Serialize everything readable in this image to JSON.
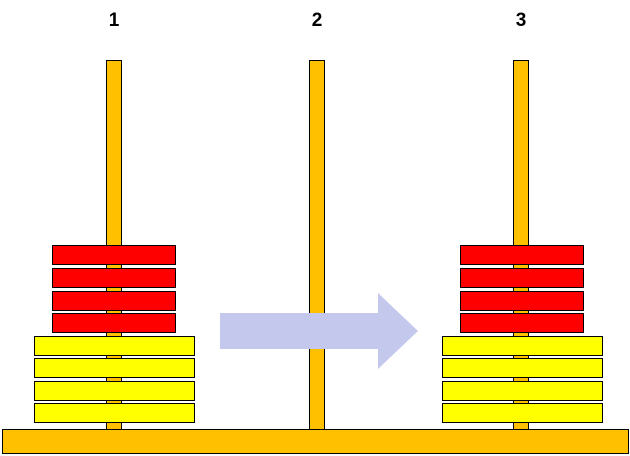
{
  "pegs": [
    {
      "label": "1"
    },
    {
      "label": "2"
    },
    {
      "label": "3"
    }
  ],
  "colors": {
    "rod": "#FFC000",
    "small_disk": "#FF0000",
    "large_disk": "#FFFF00",
    "arrow": "#C3C8EC"
  },
  "stacks": {
    "peg1": [
      "small",
      "small",
      "small",
      "small",
      "large",
      "large",
      "large",
      "large"
    ],
    "peg2": [],
    "peg3": [
      "small",
      "small",
      "small",
      "small",
      "large",
      "large",
      "large",
      "large"
    ]
  },
  "arrow": {
    "icon": "right-arrow-icon",
    "from": "1",
    "to": "3"
  }
}
